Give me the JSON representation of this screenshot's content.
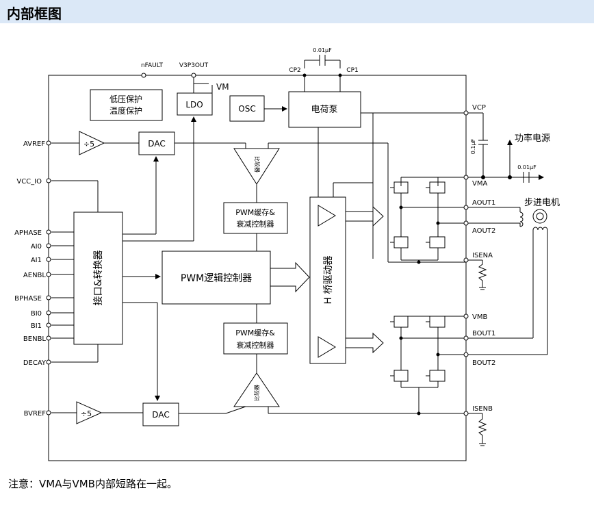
{
  "header": {
    "title": "内部框图"
  },
  "pins_left": {
    "avref": "AVREF",
    "vcc_io": "VCC_IO",
    "aphase": "APHASE",
    "ai0": "AI0",
    "ai1": "AI1",
    "aenbl": "AENBL",
    "bphase": "BPHASE",
    "bi0": "BI0",
    "bi1": "BI1",
    "benbl": "BENBL",
    "decay": "DECAY",
    "bvref": "BVREF"
  },
  "pins_top": {
    "nfault": "nFAULT",
    "v3p3out": "V3P3OUT",
    "cp2": "CP2",
    "cp1": "CP1"
  },
  "pins_right": {
    "vcp": "VCP",
    "vma": "VMA",
    "aout1": "AOUT1",
    "aout2": "AOUT2",
    "isena": "ISENA",
    "vmb": "VMB",
    "bout1": "BOUT1",
    "bout2": "BOUT2",
    "isenb": "ISENB"
  },
  "blocks": {
    "protect_line1": "低压保护",
    "protect_line2": "温度保护",
    "ldo": "LDO",
    "vm": "VM",
    "osc": "OSC",
    "charge_pump": "电荷泵",
    "div5_a": "÷5",
    "div5_b": "÷5",
    "dac_a": "DAC",
    "dac_b": "DAC",
    "comparator_a": "比较器",
    "comparator_b": "比较器",
    "pwm_buf_a_line1": "PWM缓存&",
    "pwm_buf_a_line2": "衰减控制器",
    "pwm_buf_b_line1": "PWM缓存&",
    "pwm_buf_b_line2": "衰减控制器",
    "pwm_logic": "PWM逻辑控制器",
    "interface": "接口&转换器",
    "h_bridge": "H 桥驱动器"
  },
  "components": {
    "cap_cp": "0.01μF",
    "cap_vcp": "0.1μF",
    "cap_vm": "0.01μF",
    "power": "功率电源",
    "motor": "步进电机"
  },
  "note": "注意：VMA与VMB内部短路在一起。"
}
